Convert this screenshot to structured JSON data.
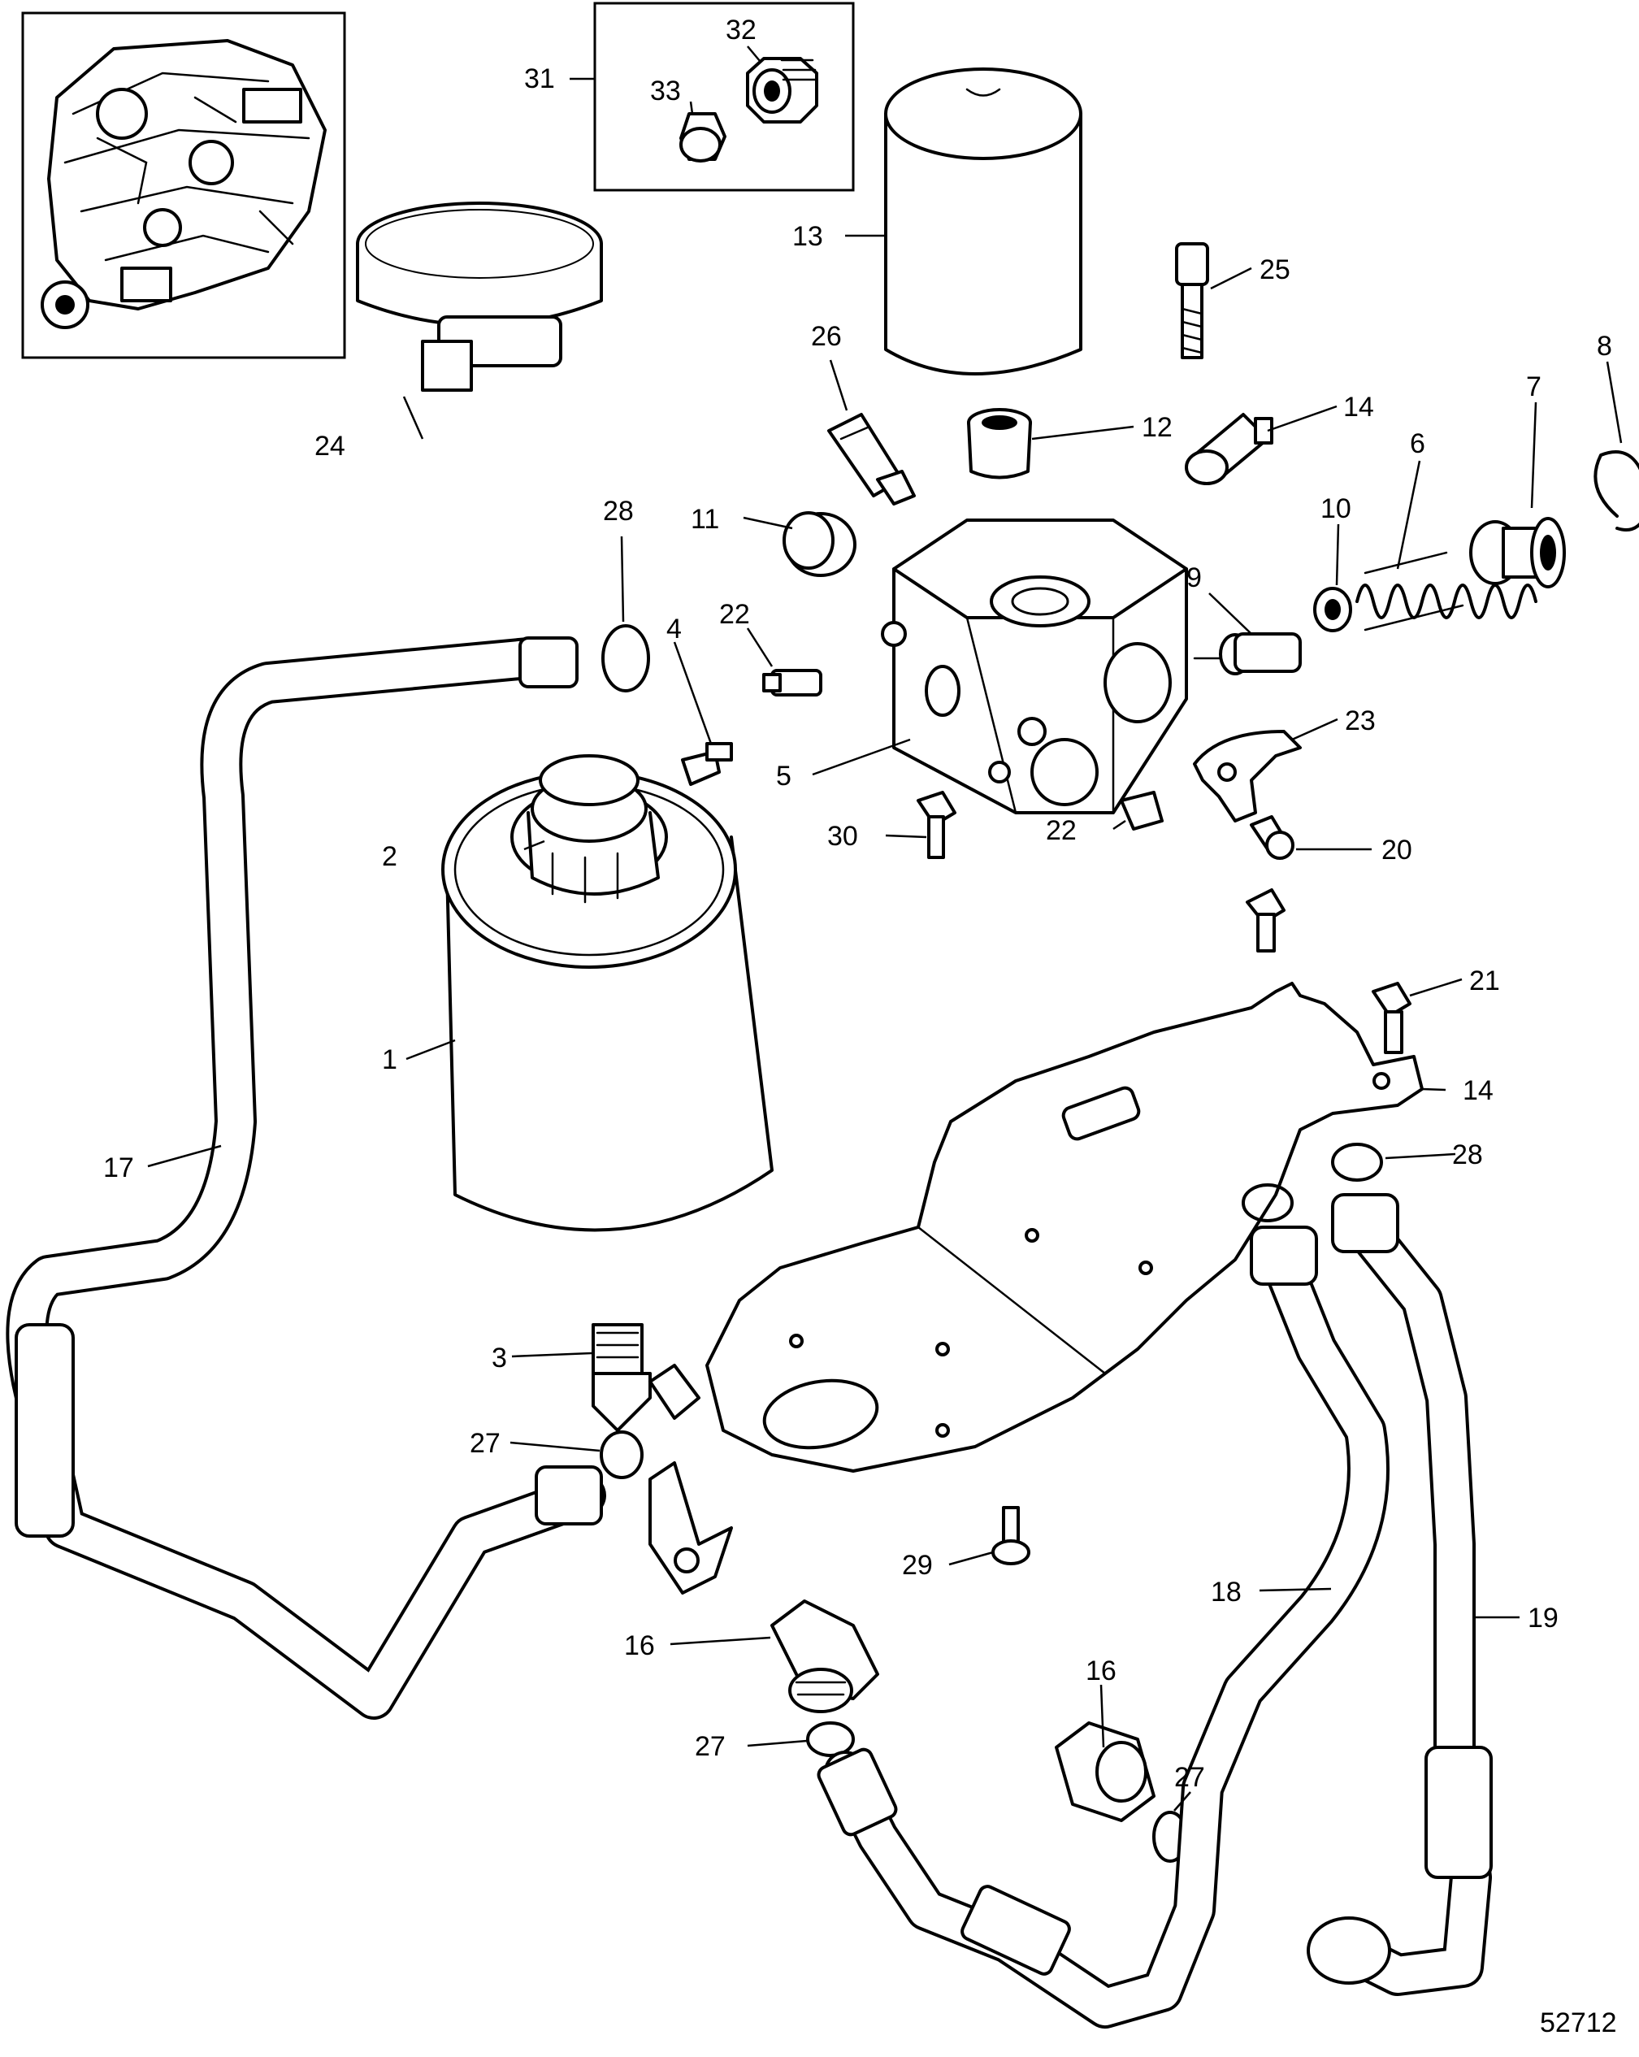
{
  "figure_number": "52712",
  "inset": {
    "icon": "engine-locator-thumbnail-icon"
  },
  "callouts": [
    {
      "id": "c1",
      "label": "1"
    },
    {
      "id": "c2",
      "label": "2"
    },
    {
      "id": "c3",
      "label": "3"
    },
    {
      "id": "c4",
      "label": "4"
    },
    {
      "id": "c5",
      "label": "5"
    },
    {
      "id": "c6",
      "label": "6"
    },
    {
      "id": "c7",
      "label": "7"
    },
    {
      "id": "c8",
      "label": "8"
    },
    {
      "id": "c9",
      "label": "9"
    },
    {
      "id": "c10",
      "label": "10"
    },
    {
      "id": "c11",
      "label": "11"
    },
    {
      "id": "c12",
      "label": "12"
    },
    {
      "id": "c13",
      "label": "13"
    },
    {
      "id": "c14a",
      "label": "14"
    },
    {
      "id": "c14b",
      "label": "14"
    },
    {
      "id": "c16a",
      "label": "16"
    },
    {
      "id": "c16b",
      "label": "16"
    },
    {
      "id": "c17",
      "label": "17"
    },
    {
      "id": "c18",
      "label": "18"
    },
    {
      "id": "c19",
      "label": "19"
    },
    {
      "id": "c20",
      "label": "20"
    },
    {
      "id": "c21",
      "label": "21"
    },
    {
      "id": "c22a",
      "label": "22"
    },
    {
      "id": "c22b",
      "label": "22"
    },
    {
      "id": "c23",
      "label": "23"
    },
    {
      "id": "c24",
      "label": "24"
    },
    {
      "id": "c25",
      "label": "25"
    },
    {
      "id": "c26",
      "label": "26"
    },
    {
      "id": "c27a",
      "label": "27"
    },
    {
      "id": "c27b",
      "label": "27"
    },
    {
      "id": "c27c",
      "label": "27"
    },
    {
      "id": "c28a",
      "label": "28"
    },
    {
      "id": "c28b",
      "label": "28"
    },
    {
      "id": "c29",
      "label": "29"
    },
    {
      "id": "c30",
      "label": "30"
    },
    {
      "id": "c31",
      "label": "31"
    },
    {
      "id": "c32",
      "label": "32"
    },
    {
      "id": "c33",
      "label": "33"
    }
  ]
}
